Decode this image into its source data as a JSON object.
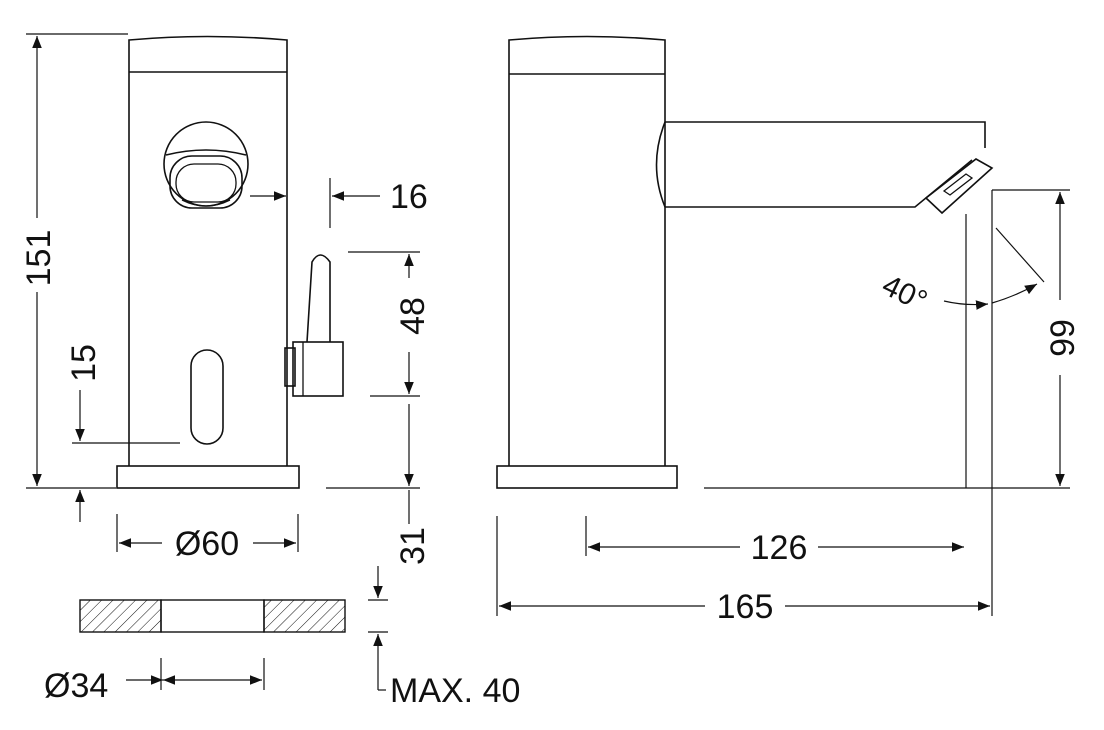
{
  "dimensions": {
    "height_total": "151",
    "base_offset": "15",
    "sensor_gap": "16",
    "lever_height": "48",
    "lever_offset": "31",
    "base_diameter": "Ø60",
    "hole_diameter": "Ø34",
    "max_thickness": "MAX. 40",
    "spout_reach": "126",
    "total_length": "165",
    "spout_height": "99",
    "spray_angle": "40°"
  }
}
